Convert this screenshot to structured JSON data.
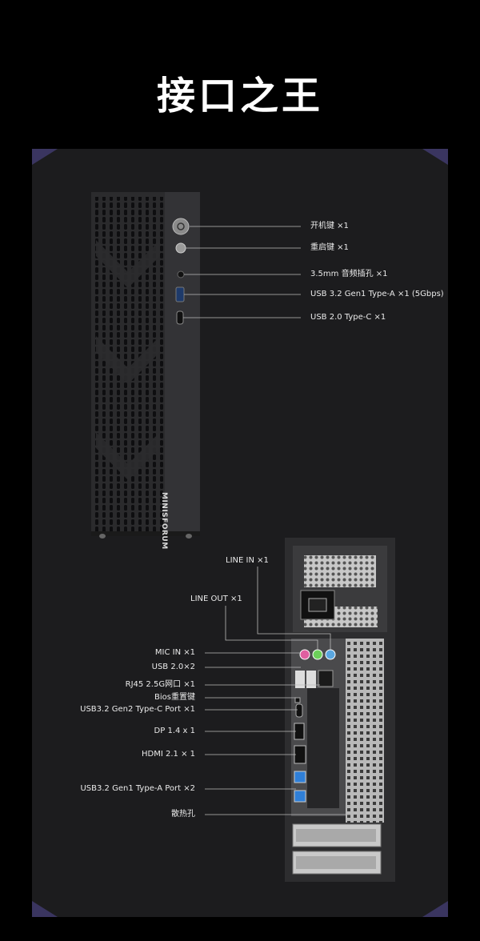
{
  "title": "接口之王",
  "brand": "MINISFORUM",
  "front_ports": [
    {
      "label": "开机键 ×1"
    },
    {
      "label": "重启键 ×1"
    },
    {
      "label": "3.5mm 音频插孔 ×1"
    },
    {
      "label": "USB 3.2 Gen1 Type-A ×1 (5Gbps)"
    },
    {
      "label": "USB 2.0 Type-C ×1"
    }
  ],
  "rear_top": {
    "line_in": "LINE IN ×1",
    "line_out": "LINE OUT ×1"
  },
  "rear_ports": [
    {
      "label": "MIC IN ×1"
    },
    {
      "label": "USB 2.0×2"
    },
    {
      "label": "RJ45 2.5G网口 ×1"
    },
    {
      "label": "Bios重置键"
    },
    {
      "label": "USB3.2 Gen2 Type-C Port ×1"
    },
    {
      "label": "DP 1.4 x 1"
    },
    {
      "label": "HDMI 2.1 × 1"
    },
    {
      "label": "USB3.2 Gen1 Type-A Port ×2"
    },
    {
      "label": "散热孔"
    }
  ],
  "colors": {
    "background": "#000000",
    "panel": "#1c1c1e",
    "corner_accent": "#3a3560",
    "mic_jack": "#e05fa0",
    "line_out_jack": "#6ccf5a",
    "line_in_jack": "#5aa7e0",
    "usb3_blue": "#2f7fd8"
  }
}
